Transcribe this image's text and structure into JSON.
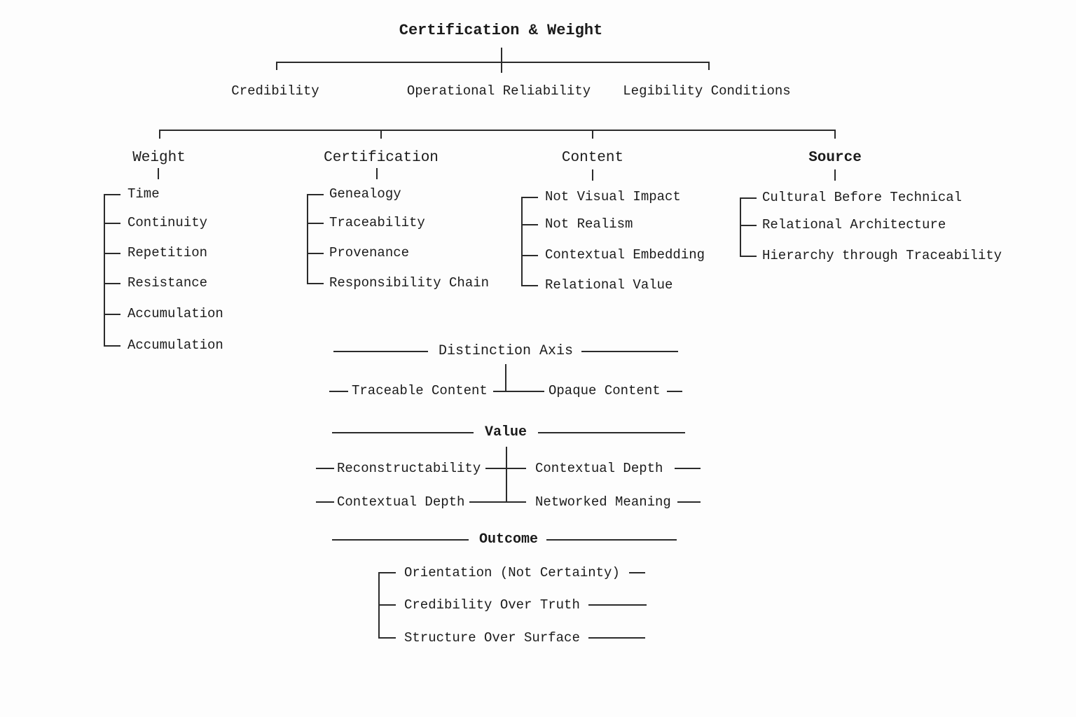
{
  "diagram": {
    "title": "Certification & Weight",
    "tier1": {
      "items": [
        "Credibility",
        "Operational Reliability",
        "Legibility Conditions"
      ]
    },
    "columns": [
      {
        "header": "Weight",
        "items": [
          "Time",
          "Continuity",
          "Repetition",
          "Resistance",
          "Accumulation",
          "Accumulation"
        ]
      },
      {
        "header": "Certification",
        "items": [
          "Genealogy",
          "Traceability",
          "Provenance",
          "Responsibility Chain"
        ]
      },
      {
        "header": "Content",
        "items": [
          "Not Visual Impact",
          "Not Realism",
          "Contextual Embedding",
          "Relational Value"
        ]
      },
      {
        "header": "Source",
        "items": [
          "Cultural Before Technical",
          "Relational Architecture",
          "Hierarchy through Traceability"
        ]
      }
    ],
    "distinction_axis": {
      "title": "Distinction Axis",
      "left_item": "Traceable Content",
      "right_item": "Opaque Content"
    },
    "value_section": {
      "title": "Value",
      "rows": [
        {
          "left": "Reconstructability",
          "right": "Contextual Depth"
        },
        {
          "left": "Contextual Depth",
          "right": "Networked Meaning"
        }
      ]
    },
    "outcome_section": {
      "title": "Outcome",
      "items": [
        "Orientation (Not Certainty)",
        "Credibility Over Truth",
        "Structure Over Surface"
      ]
    },
    "colors": {
      "background": "#fdfdfd",
      "ink": "#2b2b2b"
    }
  }
}
